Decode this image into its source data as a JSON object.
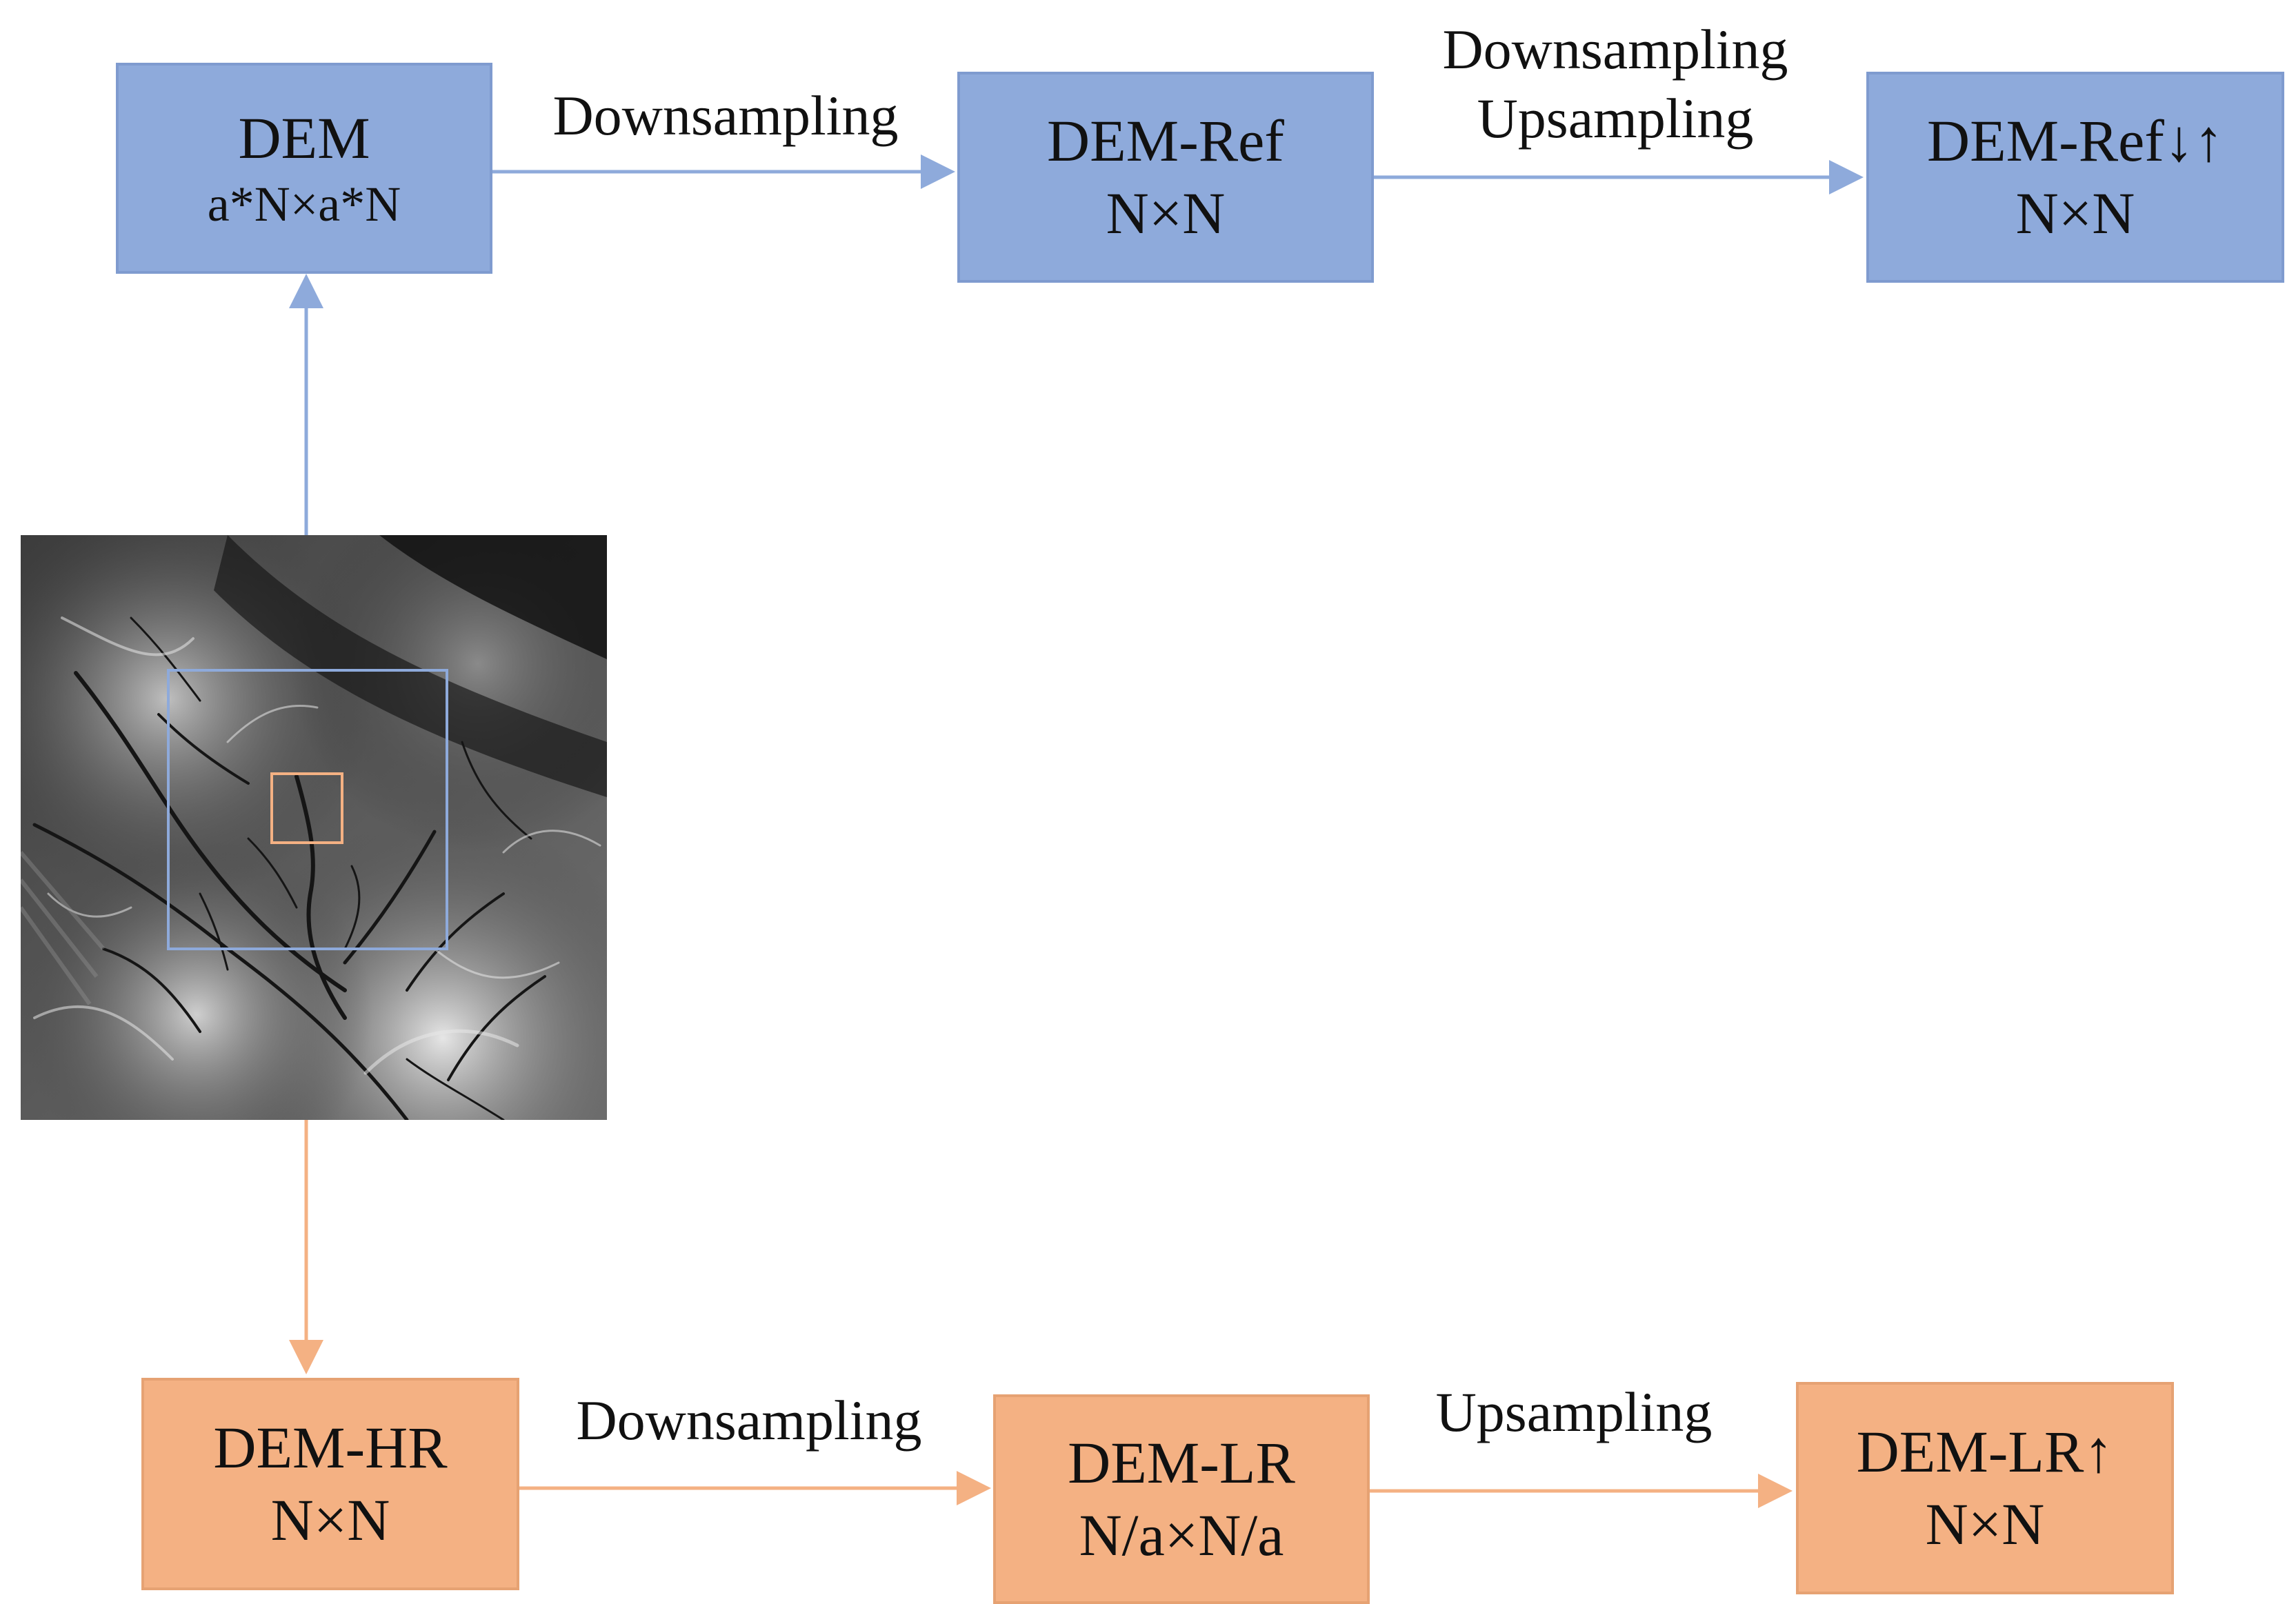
{
  "boxes": {
    "dem": {
      "line1": "DEM",
      "line2": "a*N×a*N"
    },
    "dem_ref": {
      "line1": "DEM-Ref",
      "line2": "N×N"
    },
    "dem_ref_du": {
      "line1": "DEM-Ref↓↑",
      "line2": "N×N"
    },
    "dem_hr": {
      "line1": "DEM-HR",
      "line2": "N×N"
    },
    "dem_lr": {
      "line1": "DEM-LR",
      "line2": "N/a×N/a"
    },
    "dem_lr_up": {
      "line1": "DEM-LR↑",
      "line2": "N×N"
    }
  },
  "edges": {
    "top_down": {
      "label": "Downsampling"
    },
    "top_downup": {
      "line1": "Downsampling",
      "line2": "Upsampling"
    },
    "bottom_down": {
      "label": "Downsampling"
    },
    "bottom_up": {
      "label": "Upsampling"
    }
  },
  "colors": {
    "blue_fill": "#8eaadb",
    "blue_line": "#8eaadb",
    "orange_fill": "#f4b183",
    "orange_line": "#f4b183",
    "terrain_dark": "#1c1c1c",
    "terrain_light": "#e6e6e6"
  },
  "image": {
    "icon": "terrain-dem-image"
  }
}
